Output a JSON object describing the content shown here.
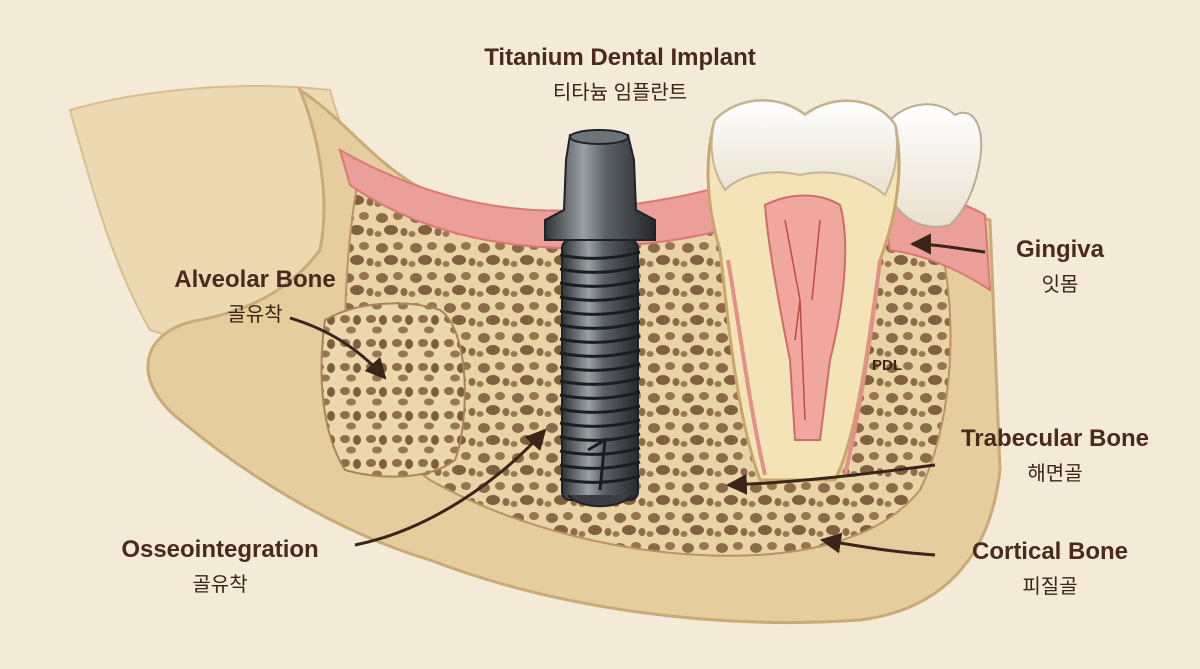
{
  "colors": {
    "background": "#f3ead8",
    "bone": "#efdcb4",
    "cortical": "#e6cd9d",
    "gingiva": "#ec9e98",
    "implant": "#4b4f55",
    "label_text": "#4a2a1c",
    "arrow": "#3b2418"
  },
  "labels": {
    "implant": {
      "en": "Titanium Dental Implant",
      "ko": "티타늄 임플란트"
    },
    "alveolar": {
      "en": "Alveolar Bone",
      "ko": "골유착"
    },
    "osseo": {
      "en": "Osseointegration",
      "ko": "골유착"
    },
    "gingiva": {
      "en": "Gingiva",
      "ko": "잇몸"
    },
    "pdl": {
      "en": "PDL"
    },
    "trabecular": {
      "en": "Trabecular Bone",
      "ko": "해면골"
    },
    "cortical": {
      "en": "Cortical Bone",
      "ko": "피질골"
    }
  },
  "icons": [
    "titanium-implant-icon",
    "natural-tooth-icon",
    "adjacent-tooth-icon",
    "jaw-bone-icon"
  ]
}
